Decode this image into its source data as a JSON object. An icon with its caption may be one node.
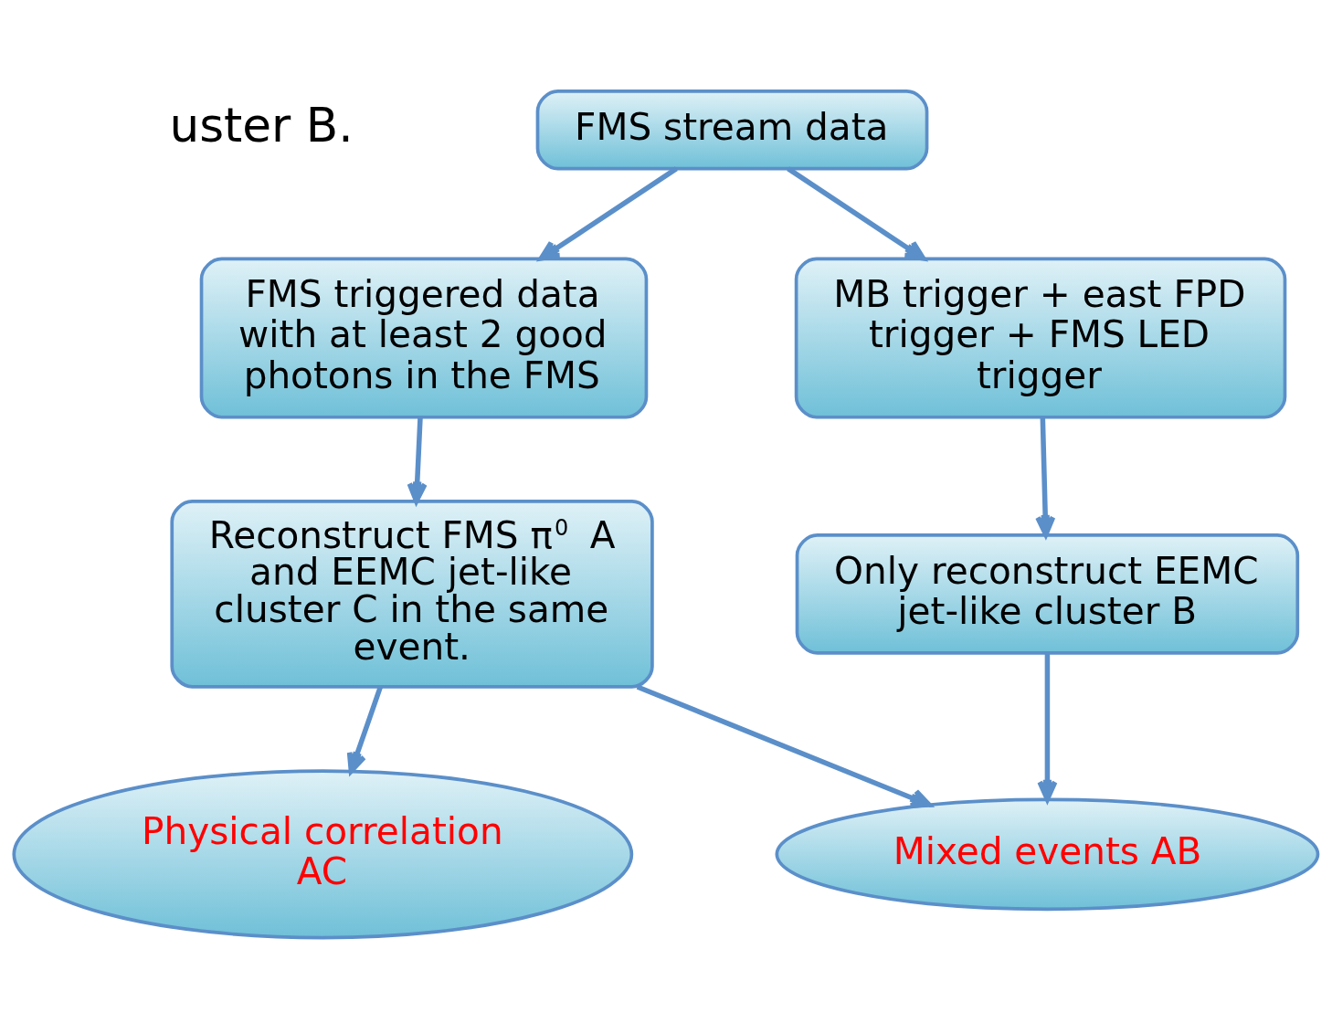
{
  "diagram": {
    "nodes": [
      {
        "text": [
          "FMS stream data"
        ]
      },
      {
        "text": [
          "FMS triggered data with at least 2 good photons in the FMS"
        ]
      },
      {
        "text": [
          "MB trigger + east FPD trigger + FMS LED trigger"
        ]
      },
      {
        "text": [
          "Reconstruct FMS π$^{0}$ A and EEMC jet-like cluster C in the same event."
        ]
      },
      {
        "text": [
          "Only reconstruct EEMC jet-like cluster B"
        ]
      },
      {
        "text": [
          "Physical correlation AC"
        ]
      },
      {
        "text": [
          "Mixed events AB"
        ]
      }
    ],
    "edges": [
      {
        "from": 0,
        "to": 1,
        "arrow": "to"
      },
      {
        "from": 0,
        "to": 2,
        "arrow": "to"
      },
      {
        "from": 1,
        "to": 3,
        "arrow": "to"
      },
      {
        "from": 2,
        "to": 4,
        "arrow": "to"
      },
      {
        "from": 3,
        "to": 5,
        "arrow": "to"
      },
      {
        "from": 3,
        "to": 6,
        "arrow": "to"
      },
      {
        "from": 4,
        "to": 6,
        "arrow": "to"
      }
    ],
    "labels": [
      "uster B."
    ]
  }
}
